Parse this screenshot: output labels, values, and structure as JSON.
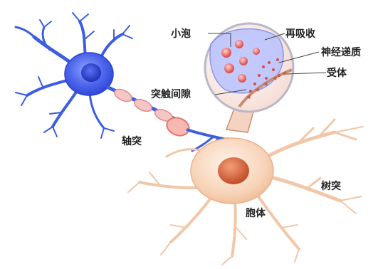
{
  "diagram": {
    "labels": {
      "vesicle": "小泡",
      "reuptake": "再吸收",
      "neurotransmitter": "神经递质",
      "receptor": "受体",
      "synaptic_cleft": "突触间隙",
      "axon": "轴突",
      "dendrite": "树突",
      "soma": "胞体"
    },
    "colors": {
      "presynaptic_neuron": "#3d5ee0",
      "presynaptic_nucleus": "#2a3fd0",
      "axon_segment": "#e58a8a",
      "postsynaptic_neuron": "#f7d6bd",
      "postsynaptic_nucleus": "#d9653f",
      "zoom_circle_fill": "#fbe9e4",
      "zoom_circle_stroke": "#b8b8c8",
      "vesicle": "#d94c4c",
      "receptor": "#c0604a",
      "label_text": "#222222"
    }
  }
}
